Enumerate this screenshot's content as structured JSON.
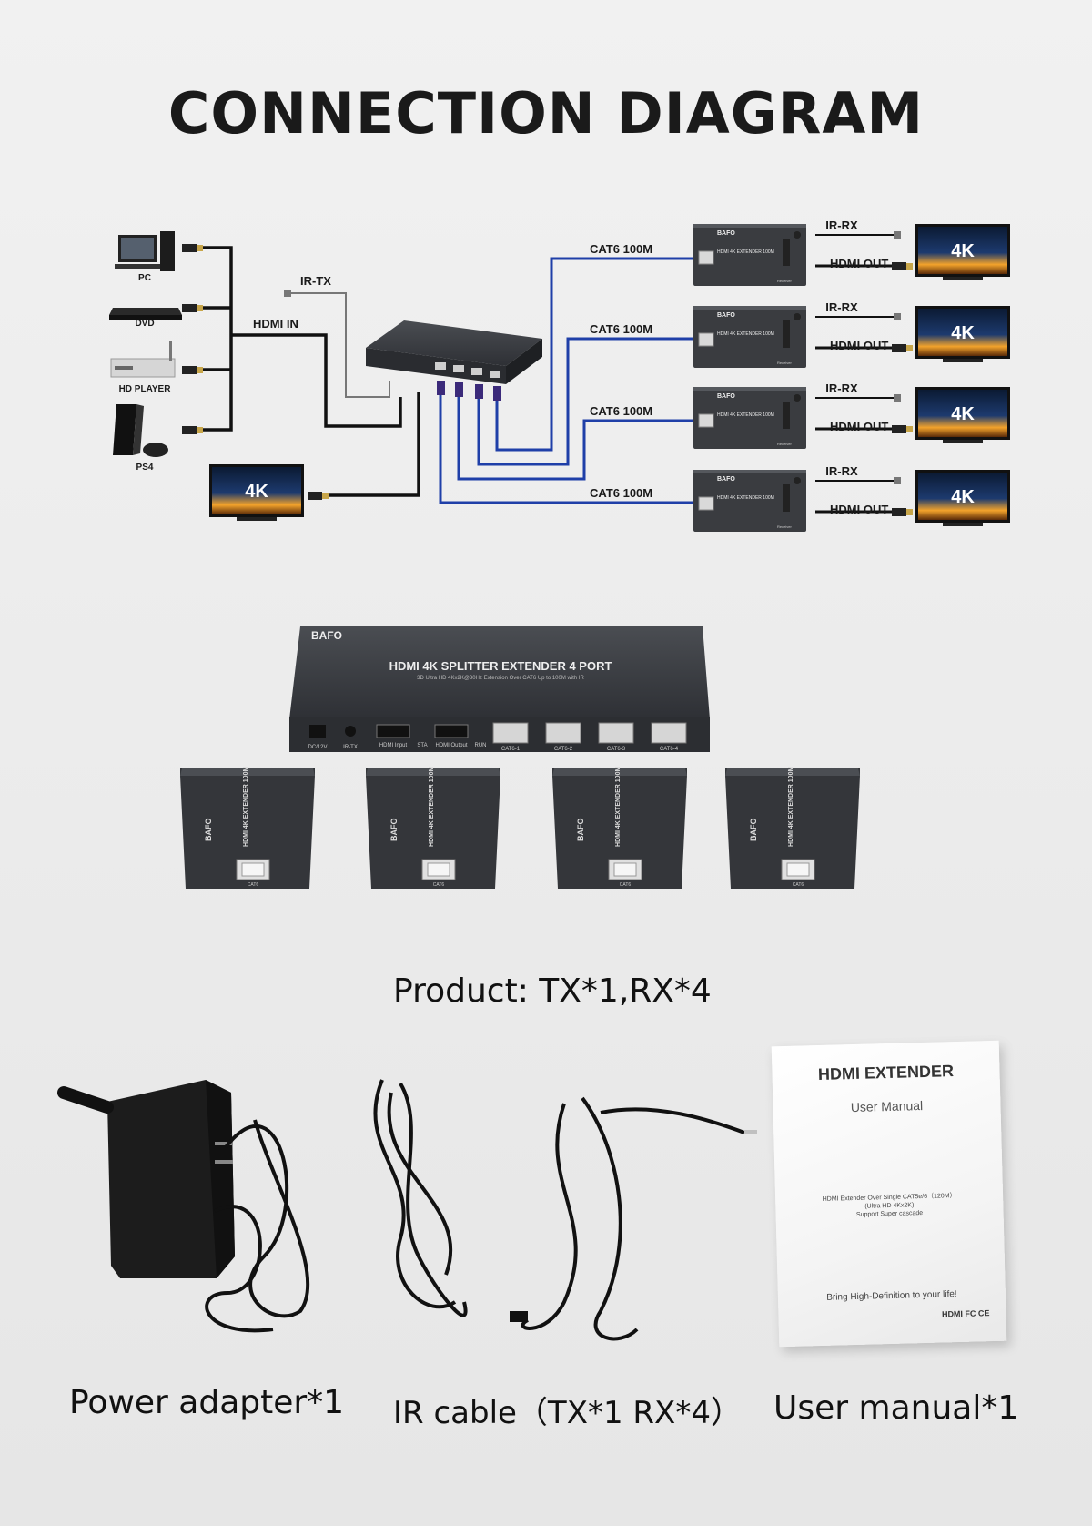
{
  "title": "CONNECTION DIAGRAM",
  "diagram": {
    "sources": [
      "PC",
      "DVD",
      "HD PLAYER",
      "PS4"
    ],
    "hdmi_in_label": "HDMI IN",
    "ir_tx_label": "IR-TX",
    "cat6_label": "CAT6 100M",
    "ir_rx_label": "IR-RX",
    "hdmi_out_label": "HDMI OUT",
    "tv_label": "4K",
    "brand": "BAFO"
  },
  "product": {
    "splitter_title": "HDMI 4K SPLITTER EXTENDER 4 PORT",
    "splitter_subtitle": "3D Ultra HD 4Kx2K@30Hz Extension Over CAT6 Up to 100M with IR",
    "ports": [
      "DC/12V",
      "IR-TX",
      "HDMI Input",
      "STA",
      "HDMI Output",
      "RUN",
      "CAT6-1",
      "CAT6-2",
      "CAT6-3",
      "CAT6-4"
    ],
    "receiver_title": "HDMI 4K EXTENDER 100M",
    "receiver_port": "CAT6",
    "caption": "Product: TX*1,RX*4"
  },
  "accessories": {
    "power": "Power adapter*1",
    "ir": "IR cable（TX*1 RX*4）",
    "manual": "User manual*1"
  },
  "manual_cover": {
    "title": "HDMI EXTENDER",
    "subtitle": "User Manual",
    "line1": "HDMI Extender Over Single CAT5e/6（120M）",
    "line2": "(Ultra HD 4Kx2K)",
    "line3": "Support Super cascade",
    "slogan": "Bring High-Definition to your life!",
    "logos": "HDMI  FC CE"
  }
}
